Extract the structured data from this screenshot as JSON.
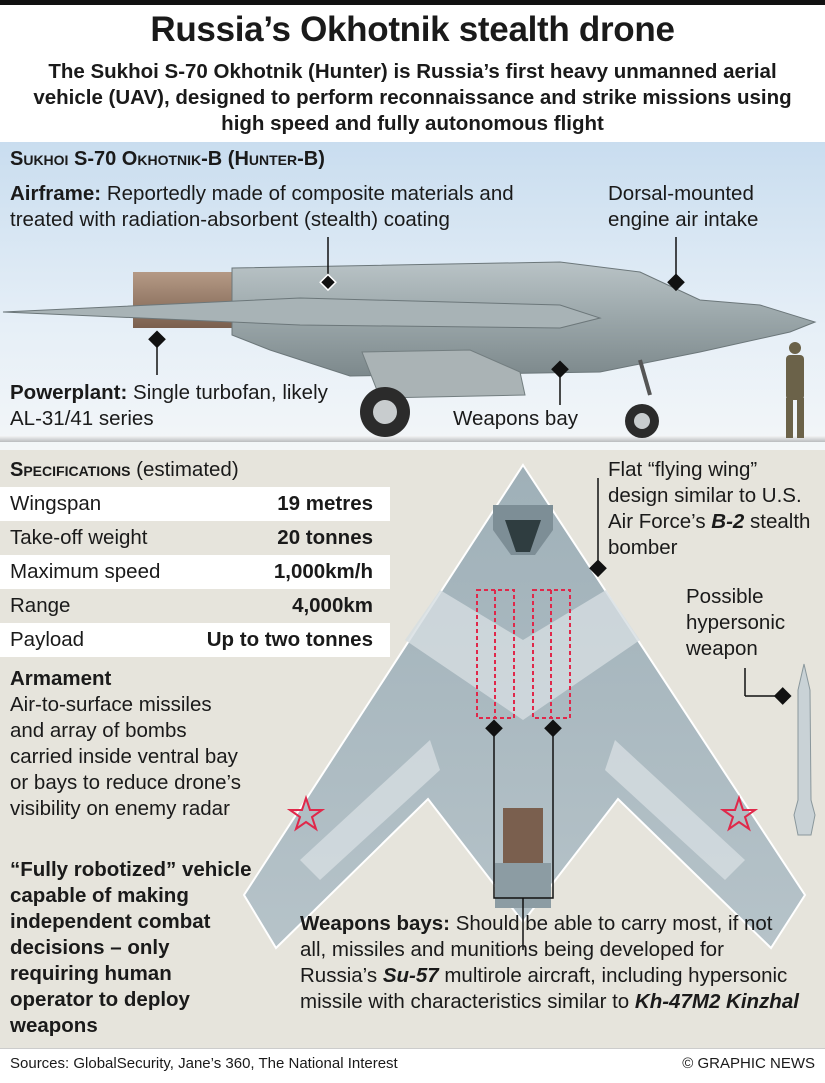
{
  "title": "Russia’s Okhotnik stealth drone",
  "subtitle": "The Sukhoi S-70 Okhotnik (Hunter) is Russia’s first heavy unmanned aerial vehicle (UAV), designed to perform reconnaissance and strike missions using high speed and fully autonomous flight",
  "side_view": {
    "heading": "Sukhoi S-70 Okhotnik-B (Hunter-B)",
    "airframe_label": "Airframe:",
    "airframe_text": "Reportedly made of composite materials and treated with radiation-absorbent (stealth) coating",
    "intake_text": "Dorsal-mounted engine air intake",
    "powerplant_label": "Powerplant:",
    "powerplant_text": "Single turbofan, likely AL-31/41 series",
    "weapons_bay": "Weapons bay"
  },
  "specs": {
    "heading": "Specifications",
    "heading_note": "(estimated)",
    "rows": [
      {
        "label": "Wingspan",
        "value": "19 metres"
      },
      {
        "label": "Take-off weight",
        "value": "20 tonnes"
      },
      {
        "label": "Maximum speed",
        "value": "1,000km/h"
      },
      {
        "label": "Range",
        "value": "4,000km"
      },
      {
        "label": "Payload",
        "value": "Up to two tonnes"
      }
    ]
  },
  "armament": {
    "heading": "Armament",
    "text": "Air-to-surface missiles and array of bombs carried inside ventral bay or bays to reduce drone’s visibility on enemy radar"
  },
  "quote": "“Fully robotized” vehicle capable of making independent combat decisions – only requiring human operator to deploy weapons",
  "top_view": {
    "flying_wing_text": "Flat “flying wing” design similar to U.S. Air Force’s",
    "flying_wing_b2": "B-2",
    "flying_wing_end": "stealth bomber",
    "hypersonic_text": "Possible hypersonic weapon",
    "bays_label": "Weapons bays:",
    "bays_text1": "Should be able to carry most, if not all, missiles and munitions being developed for Russia’s",
    "bays_su57": "Su-57",
    "bays_text2": "multirole aircraft, including hypersonic missile with characteristics similar to",
    "bays_kinzhal": "Kh-47M2 Kinzhal"
  },
  "footer": {
    "sources": "Sources: GlobalSecurity, Jane’s 360, The National Interest",
    "credit": "© GRAPHIC NEWS"
  },
  "colors": {
    "accent_red": "#e0284a",
    "airframe_grey": "#9aa9b0",
    "background": "#e6e4dc"
  }
}
